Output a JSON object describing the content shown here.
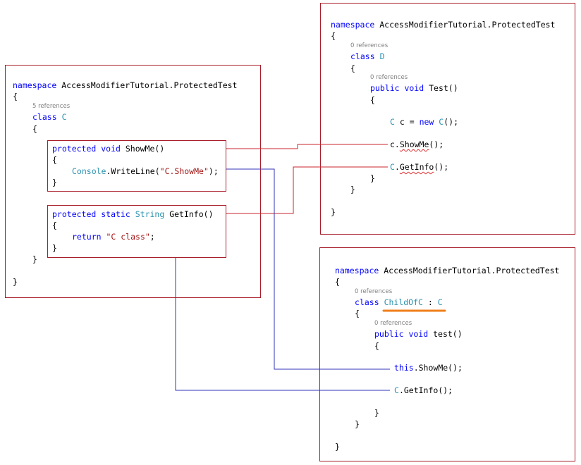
{
  "colors": {
    "keyword": "#0000ff",
    "type": "#2b91af",
    "string": "#a31515",
    "box_border": "#a81e2b",
    "red_line": "#c8242c",
    "blue_line": "#3333bb",
    "highlight_underline": "#f07f1a"
  },
  "left": {
    "ns_kw": "namespace",
    "ns_name": " AccessModifierTutorial.ProtectedTest",
    "open_brace": "{",
    "refs_class": "5 references",
    "class_kw": "class",
    "class_name": "C",
    "class_open": "{",
    "showme": {
      "mods": "protected void",
      "name": " ShowMe()",
      "open": "{",
      "console_type": "Console",
      "write": ".WriteLine(",
      "string": "\"C.ShowMe\"",
      "end": ");",
      "close": "}"
    },
    "getinfo": {
      "mods": "protected static",
      "type": "String",
      "name": " GetInfo()",
      "open": "{",
      "return_kw": "return",
      "string": "\"C class\"",
      "end": ";",
      "close": "}"
    },
    "class_close": "}",
    "ns_close": "}"
  },
  "top_right": {
    "ns_kw": "namespace",
    "ns_name": " AccessModifierTutorial.ProtectedTest",
    "open_brace": "{",
    "refs_class": "0 references",
    "class_kw": "class",
    "class_name": "D",
    "class_open": "{",
    "refs_method": "0 references",
    "method_mods": "public void",
    "method_name": " Test()",
    "method_open": "{",
    "line1_type": "C",
    "line1_mid": " c = ",
    "line1_new": "new",
    "line1_type2": "C",
    "line1_end": "();",
    "line2_obj": "c.",
    "line2_call": "ShowMe",
    "line2_end": "();",
    "line3_type": "C",
    "line3_dot": ".",
    "line3_call": "GetInfo",
    "line3_end": "();",
    "method_close": "}",
    "class_close": "}",
    "ns_close": "}"
  },
  "bottom_right": {
    "ns_kw": "namespace",
    "ns_name": " AccessModifierTutorial.ProtectedTest",
    "open_brace": "{",
    "refs_class": "0 references",
    "class_kw": "class",
    "class_name": "ChildOfC",
    "class_sep": " : ",
    "class_base": "C",
    "class_open": "{",
    "refs_method": "0 references",
    "method_mods": "public void",
    "method_name": " test()",
    "method_open": "{",
    "line1_kw": "this",
    "line1_rest": ".ShowMe();",
    "line2_type": "C",
    "line2_rest": ".GetInfo();",
    "method_close": "}",
    "class_close": "}",
    "ns_close": "}"
  }
}
